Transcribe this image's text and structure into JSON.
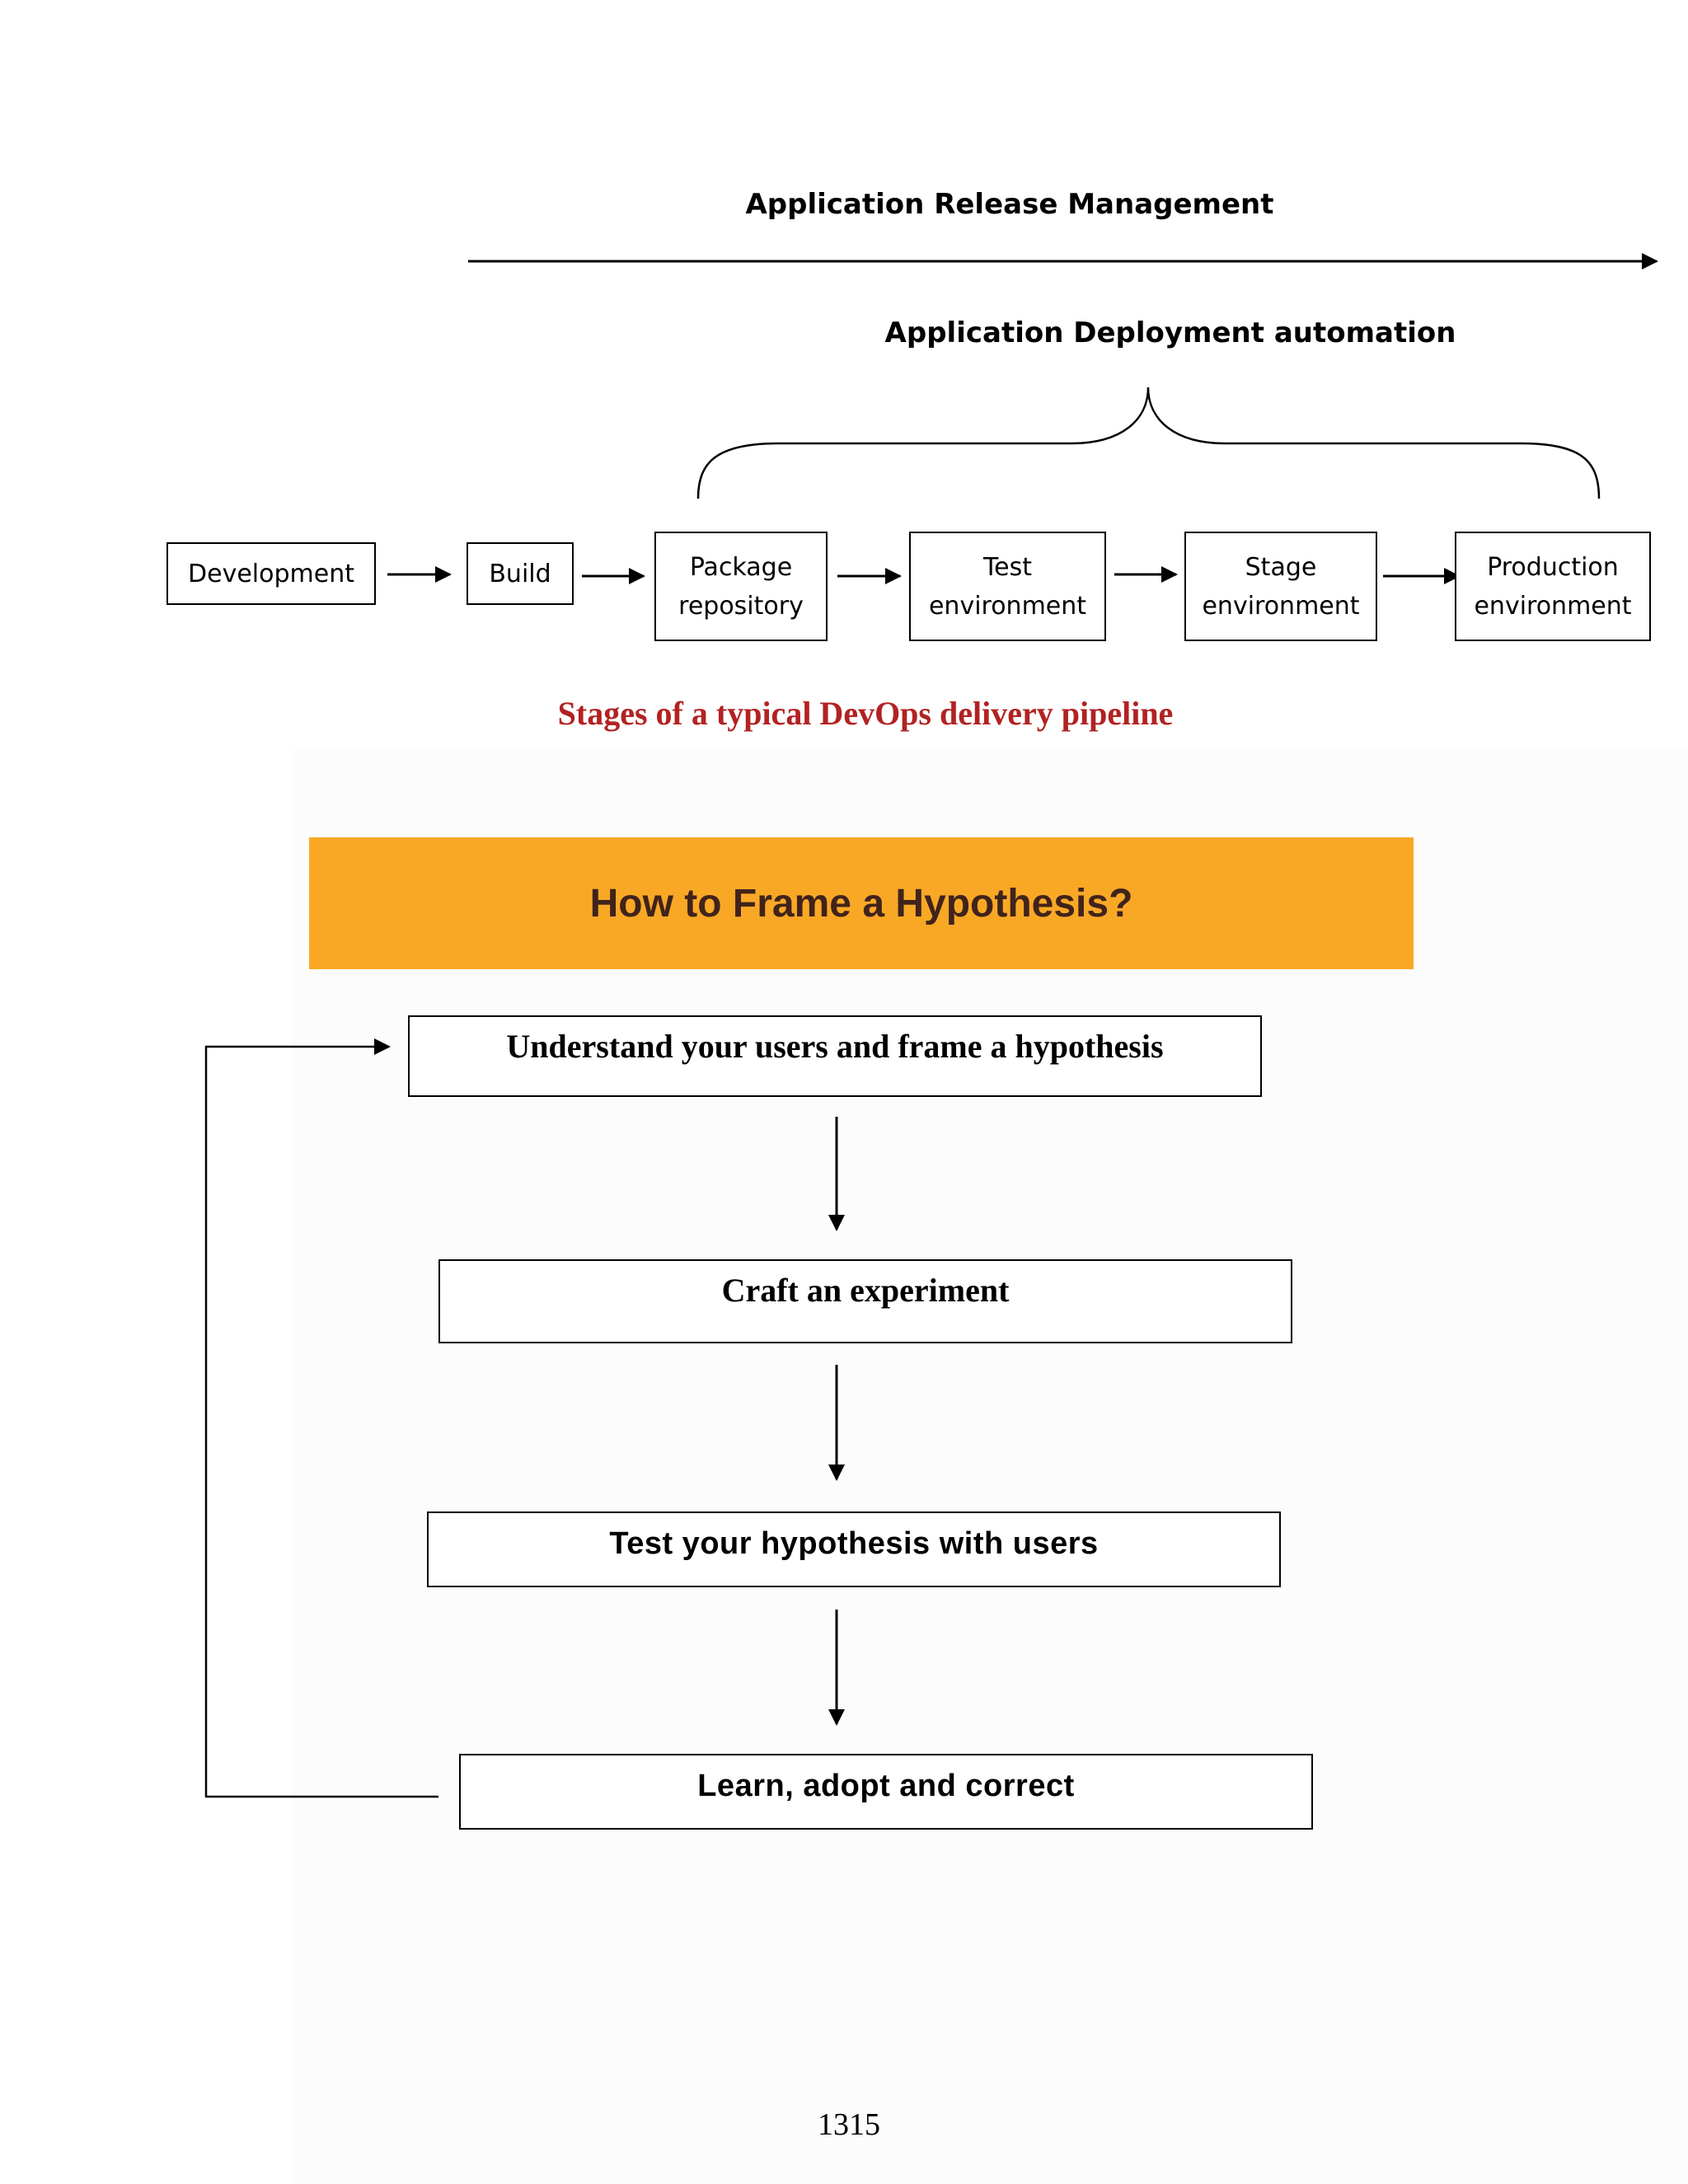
{
  "pipeline": {
    "release_management_label": "Application Release Management",
    "deployment_automation_label": "Application Deployment automation",
    "stages": [
      {
        "label": "Development"
      },
      {
        "label": "Build"
      },
      {
        "label": "Package\nrepository"
      },
      {
        "label": "Test\nenvironment"
      },
      {
        "label": "Stage\nenvironment"
      },
      {
        "label": "Production\nenvironment"
      }
    ],
    "caption": "Stages of a typical DevOps delivery pipeline"
  },
  "hypothesis": {
    "banner_title": "How to Frame a Hypothesis?",
    "steps": [
      {
        "label": "Understand your users and frame a hypothesis"
      },
      {
        "label": "Craft an experiment"
      },
      {
        "label": "Test your hypothesis with users"
      },
      {
        "label": "Learn, adopt and correct"
      }
    ]
  },
  "colors": {
    "caption": "#b22222",
    "banner_background": "#f9a826",
    "banner_text": "#40231b"
  },
  "page_number": "1315"
}
